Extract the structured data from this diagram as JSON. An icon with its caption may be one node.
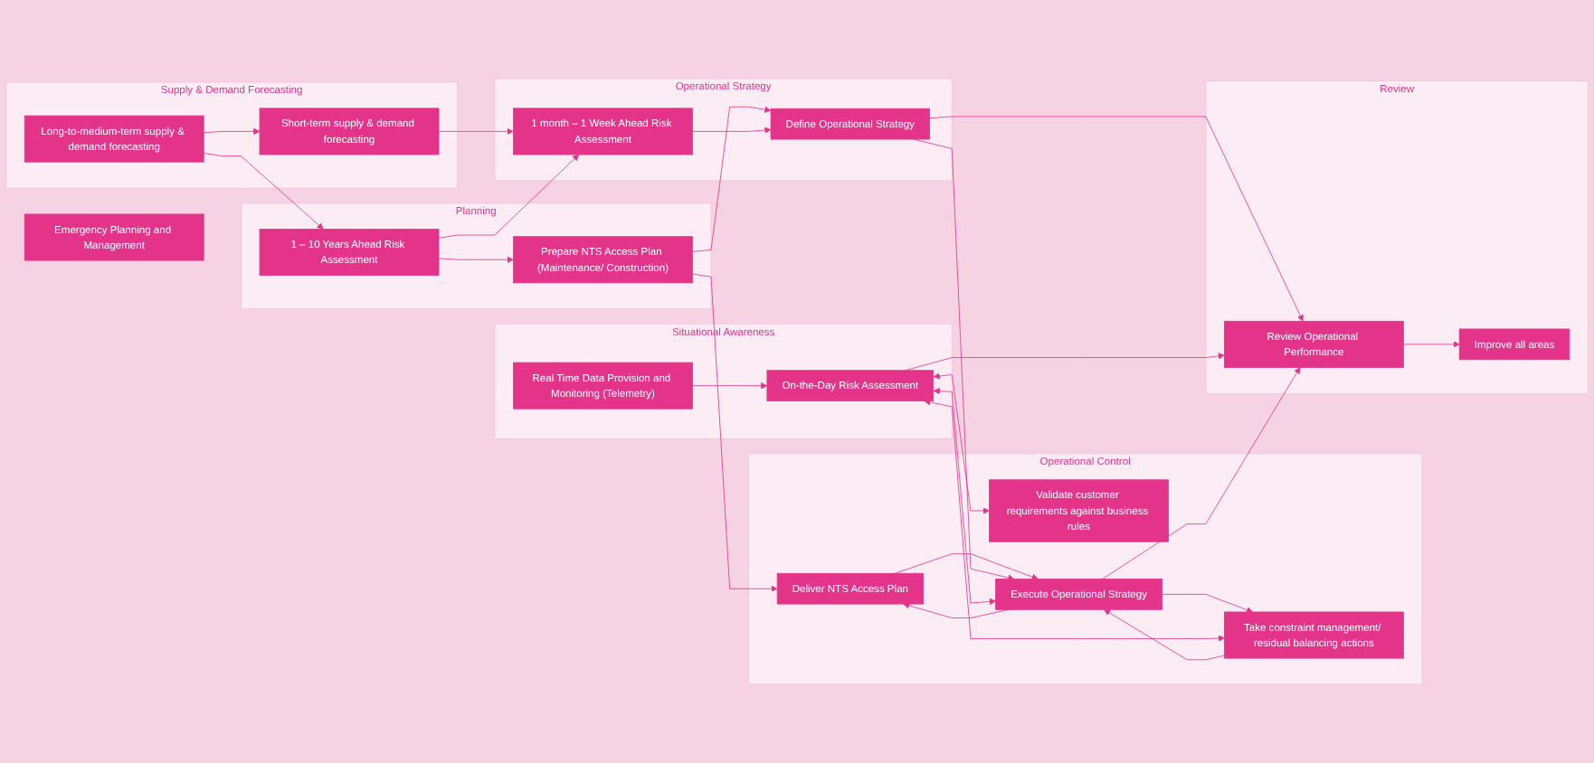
{
  "diagram": {
    "nodes": [
      {
        "text": [
          "Supply & Demand Forecasting"
        ]
      },
      {
        "text": [
          "Long-to-medium-term supply & demand forecasting"
        ],
        "in": 0
      },
      {
        "text": [
          "Short-term supply & demand forecasting"
        ],
        "in": 0
      },
      {
        "text": [
          "Planning"
        ]
      },
      {
        "text": [
          "1 – 10 Years Ahead Risk Assessment"
        ],
        "in": 3
      },
      {
        "text": [
          "Prepare NTS Access Plan (Maintenance/ Construction)"
        ],
        "in": 3
      },
      {
        "text": [
          "Operational Control"
        ]
      },
      {
        "text": [
          "Deliver NTS Access Plan"
        ],
        "in": 6
      },
      {
        "text": [
          "Validate customer requirements against business rules"
        ],
        "in": 6
      },
      {
        "text": [
          "Execute Operational Strategy"
        ],
        "in": 6
      },
      {
        "text": [
          "Take constraint management/ residual balancing actions"
        ],
        "in": 6
      },
      {
        "text": [
          "Operational Strategy"
        ]
      },
      {
        "text": [
          "1 month – 1 Week Ahead Risk Assessment"
        ],
        "in": 11
      },
      {
        "text": [
          "Define Operational Strategy"
        ],
        "in": 11
      },
      {
        "text": [
          "Emergency Planning and Management"
        ]
      },
      {
        "text": [
          "Review"
        ]
      },
      {
        "text": [
          "Improve all areas"
        ],
        "in": 15
      },
      {
        "text": [
          "Review Operational Performance"
        ],
        "in": 15
      },
      {
        "text": [
          "Situational Awareness"
        ]
      },
      {
        "text": [
          "On-the-Day Risk Assessment"
        ],
        "in": 18
      },
      {
        "text": [
          "Real Time Data Provision and Monitoring (Telemetry)"
        ],
        "in": 18
      }
    ],
    "edges": [
      {
        "from": 1,
        "to": 4,
        "arrow": "to"
      },
      {
        "from": 4,
        "to": 5,
        "arrow": "to"
      },
      {
        "from": 5,
        "to": 7,
        "arrow": "to"
      },
      {
        "from": 1,
        "to": 2,
        "arrow": "to"
      },
      {
        "from": 4,
        "to": 12,
        "arrow": "to"
      },
      {
        "from": 5,
        "to": 13,
        "arrow": "to"
      },
      {
        "from": 7,
        "to": 9,
        "arrow": "to"
      },
      {
        "from": 9,
        "to": 7,
        "arrow": "to"
      },
      {
        "from": 2,
        "to": 12,
        "arrow": "to"
      },
      {
        "from": 12,
        "to": 13,
        "arrow": "to"
      },
      {
        "from": 13,
        "to": 9,
        "arrow": "to"
      },
      {
        "from": 9,
        "to": 10,
        "arrow": "to"
      },
      {
        "from": 10,
        "to": 9,
        "arrow": "to"
      },
      {
        "from": 13,
        "to": 17,
        "arrow": "to"
      },
      {
        "from": 9,
        "to": 17,
        "arrow": "to"
      },
      {
        "from": 19,
        "to": 9,
        "arrow": "both"
      },
      {
        "from": 19,
        "to": 10,
        "arrow": "both"
      },
      {
        "from": 19,
        "to": 8,
        "arrow": "both"
      },
      {
        "from": 20,
        "to": 19,
        "arrow": "to"
      },
      {
        "from": 19,
        "to": 17,
        "arrow": "to"
      },
      {
        "from": 17,
        "to": 16,
        "arrow": "to"
      }
    ]
  }
}
